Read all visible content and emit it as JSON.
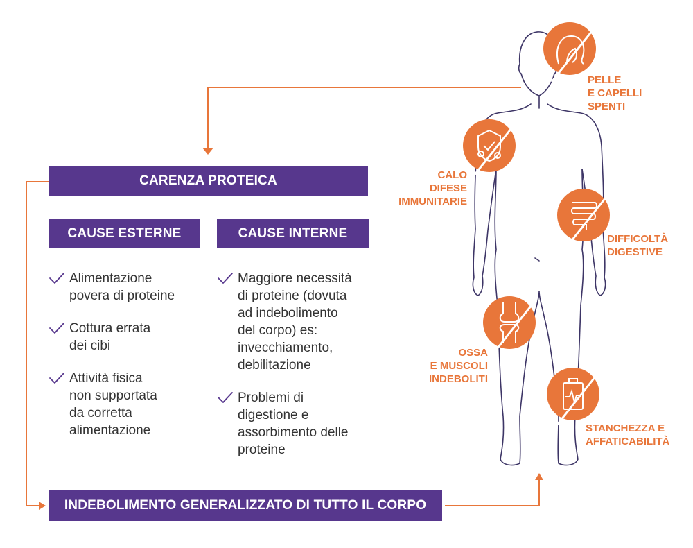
{
  "title": "CARENZA PROTEICA",
  "external": {
    "header": "CAUSE ESTERNE",
    "items": [
      [
        "Alimentazione",
        "povera di proteine"
      ],
      [
        "Cottura errata",
        "dei cibi"
      ],
      [
        "Attività fisica",
        "non supportata",
        "da corretta",
        "alimentazione"
      ]
    ]
  },
  "internal": {
    "header": "CAUSE INTERNE",
    "items": [
      [
        "Maggiore necessità",
        "di proteine (dovuta",
        "ad indebolimento",
        "del corpo) es:",
        "invecchiamento,",
        "debilitazione"
      ],
      [
        "Problemi di",
        "digestione e",
        "assorbimento delle",
        "proteine"
      ]
    ]
  },
  "footer": "INDEBOLIMENTO GENERALIZZATO DI TUTTO IL CORPO",
  "symptoms": [
    {
      "lines": [
        "PELLE",
        "E CAPELLI",
        "SPENTI"
      ],
      "icon": "hair-head-icon"
    },
    {
      "lines": [
        "CALO",
        "DIFESE",
        "IMMUNITARIE"
      ],
      "icon": "shield-virus-icon"
    },
    {
      "lines": [
        "DIFFICOLTÀ",
        "DIGESTIVE"
      ],
      "icon": "intestine-icon"
    },
    {
      "lines": [
        "OSSA",
        "E MUSCOLI",
        "INDEBOLITI"
      ],
      "icon": "bone-joint-icon"
    },
    {
      "lines": [
        "STANCHEZZA E",
        "AFFATICABILITÀ"
      ],
      "icon": "battery-pulse-icon"
    }
  ],
  "colors": {
    "purple": "#57378d",
    "orange": "#e8763a",
    "body_outline": "#3d3566",
    "text": "#333333"
  }
}
